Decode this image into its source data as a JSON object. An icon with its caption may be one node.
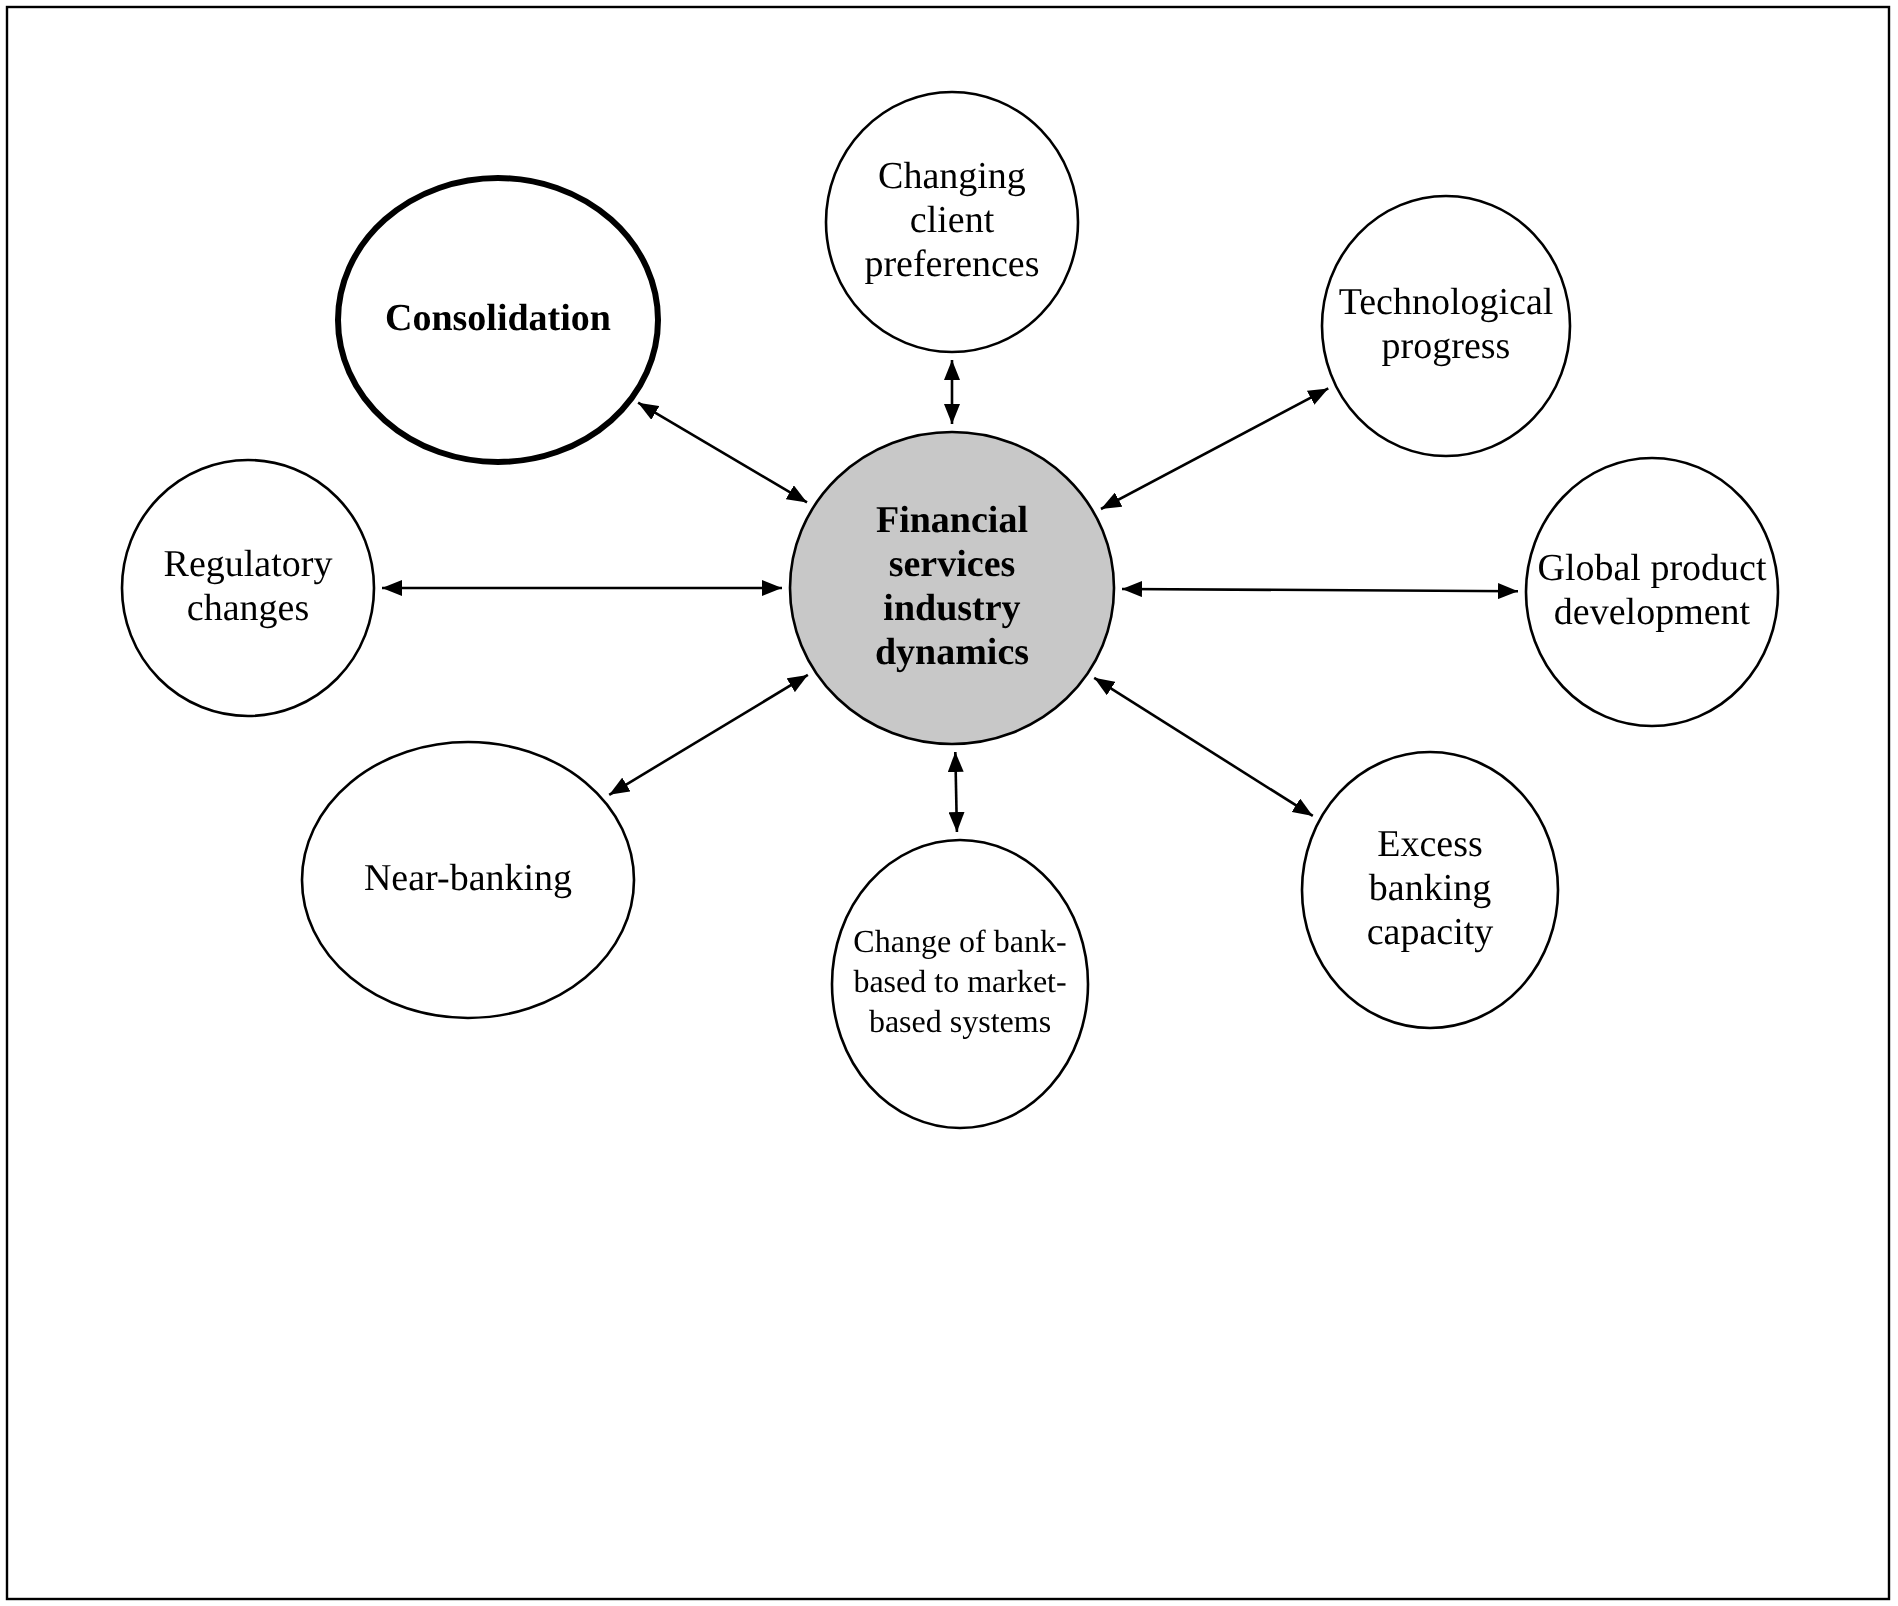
{
  "diagram": {
    "nodes": [
      {
        "text": [
          "Changing client preferences"
        ]
      },
      {
        "text": [
          "Consolidation"
        ]
      },
      {
        "text": [
          "Technological progress"
        ]
      },
      {
        "text": [
          "Regulatory changes"
        ]
      },
      {
        "text": [
          "Financial services industry dynamics"
        ]
      },
      {
        "text": [
          "Global product development"
        ]
      },
      {
        "text": [
          "Near-banking"
        ]
      },
      {
        "text": [
          "Excess banking capacity"
        ]
      },
      {
        "text": [
          "Change of bank-based to market-based systems"
        ]
      }
    ],
    "edges": [
      {
        "from": 4,
        "to": 0,
        "arrow": "both"
      },
      {
        "from": 4,
        "to": 1,
        "arrow": "both"
      },
      {
        "from": 4,
        "to": 2,
        "arrow": "both"
      },
      {
        "from": 4,
        "to": 3,
        "arrow": "both"
      },
      {
        "from": 4,
        "to": 5,
        "arrow": "both"
      },
      {
        "from": 4,
        "to": 6,
        "arrow": "both"
      },
      {
        "from": 4,
        "to": 7,
        "arrow": "both"
      },
      {
        "from": 4,
        "to": 8,
        "arrow": "both"
      }
    ]
  }
}
